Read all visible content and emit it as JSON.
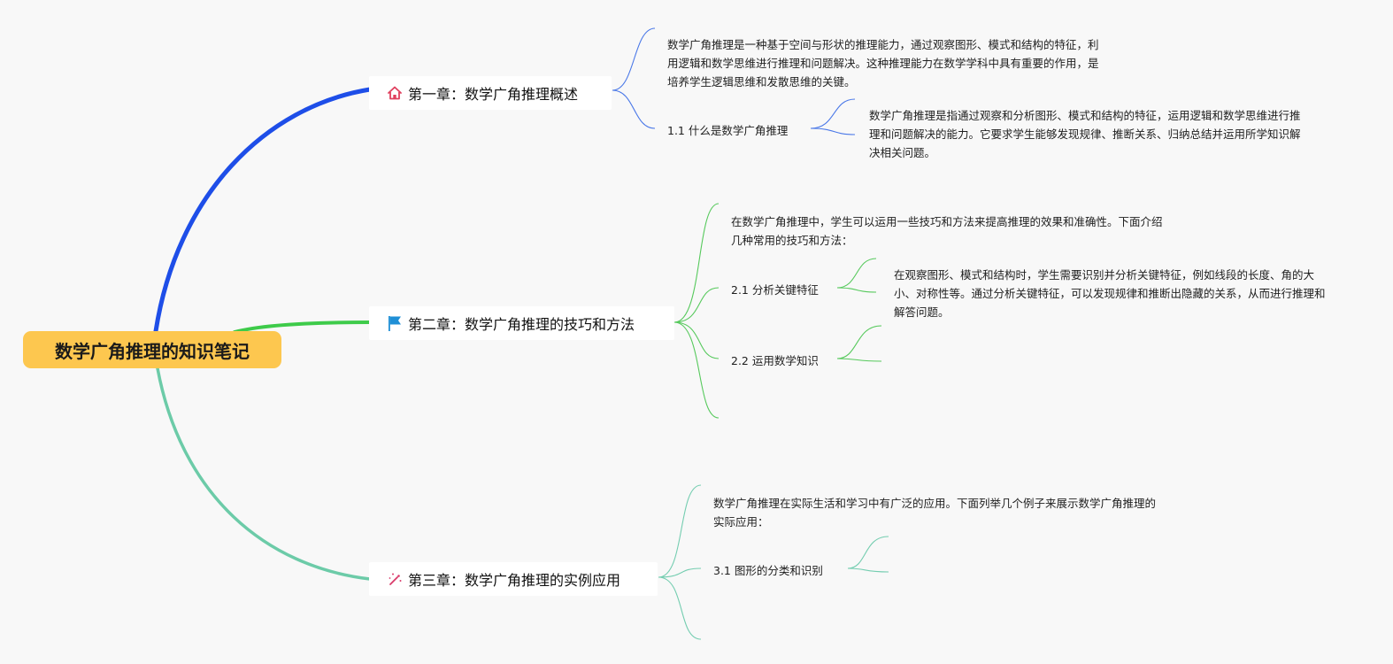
{
  "root": {
    "title": "数学广角推理的知识笔记"
  },
  "chapters": [
    {
      "title": "第一章：数学广角推理概述",
      "icon": "home-icon",
      "color": "#1e4ee8",
      "intro": "数学广角推理是一种基于空间与形状的推理能力，通过观察图形、模式和结构的特征，利用逻辑和数学思维进行推理和问题解决。这种推理能力在数学学科中具有重要的作用，是培养学生逻辑思维和发散思维的关键。",
      "sections": [
        {
          "label": "1.1 什么是数学广角推理",
          "text": "数学广角推理是指通过观察和分析图形、模式和结构的特征，运用逻辑和数学思维进行推理和问题解决的能力。它要求学生能够发现规律、推断关系、归纳总结并运用所学知识解决相关问题。"
        }
      ]
    },
    {
      "title": "第二章：数学广角推理的技巧和方法",
      "icon": "flag-icon",
      "color": "#3ecb4a",
      "intro": "在数学广角推理中，学生可以运用一些技巧和方法来提高推理的效果和准确性。下面介绍几种常用的技巧和方法：",
      "sections": [
        {
          "label": "2.1 分析关键特征",
          "text": "在观察图形、模式和结构时，学生需要识别并分析关键特征，例如线段的长度、角的大小、对称性等。通过分析关键特征，可以发现规律和推断出隐藏的关系，从而进行推理和解答问题。"
        },
        {
          "label": "2.2 运用数学知识",
          "text": ""
        }
      ]
    },
    {
      "title": "第三章：数学广角推理的实例应用",
      "icon": "magic-wand-icon",
      "color": "#6ccba8",
      "intro": "数学广角推理在实际生活和学习中有广泛的应用。下面列举几个例子来展示数学广角推理的实际应用：",
      "sections": [
        {
          "label": "3.1 图形的分类和识别",
          "text": ""
        }
      ]
    }
  ]
}
